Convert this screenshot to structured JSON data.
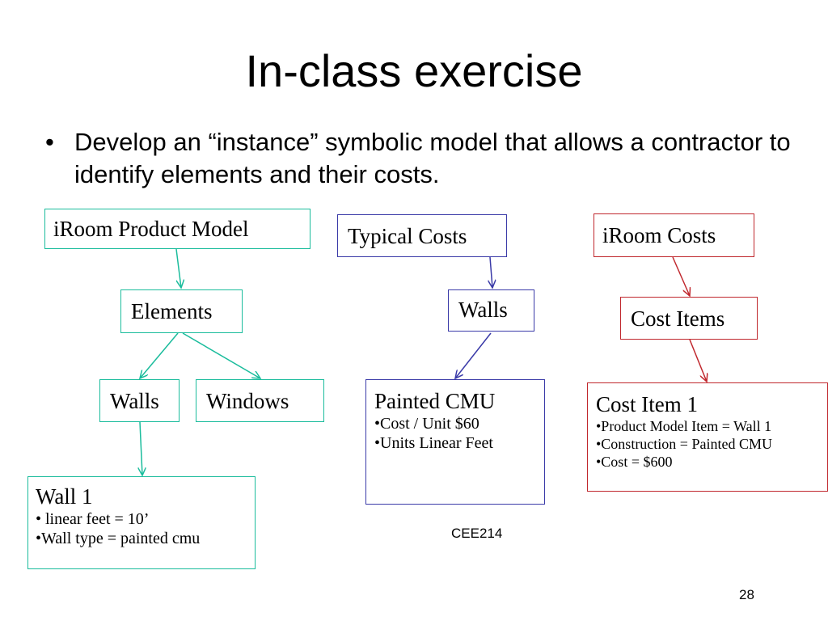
{
  "slide": {
    "title": "In-class exercise",
    "bullet_mark": "•",
    "bullet": "Develop an “instance” symbolic model that allows a contractor to identify elements and their costs.",
    "footer_course": "CEE214",
    "page_number": "28"
  },
  "diagram": {
    "product_model": {
      "root": "iRoom Product Model",
      "elements": "Elements",
      "walls": "Walls",
      "windows": "Windows",
      "wall1": {
        "title": "Wall 1",
        "items": [
          "• linear feet = 10’",
          "•Wall type = painted cmu"
        ]
      }
    },
    "typical_costs": {
      "root": "Typical Costs",
      "walls": "Walls",
      "painted_cmu": {
        "title": "Painted CMU",
        "items": [
          "•Cost / Unit   $60",
          "•Units Linear Feet"
        ]
      }
    },
    "iroom_costs": {
      "root": "iRoom Costs",
      "cost_items": "Cost Items",
      "cost_item1": {
        "title": "Cost Item 1",
        "items": [
          "•Product Model Item = Wall 1",
          "•Construction = Painted CMU",
          "•Cost = $600"
        ]
      }
    }
  },
  "colors": {
    "product_model": "#1abc9c",
    "typical_costs": "#3a3aa8",
    "iroom_costs": "#c0272d"
  }
}
